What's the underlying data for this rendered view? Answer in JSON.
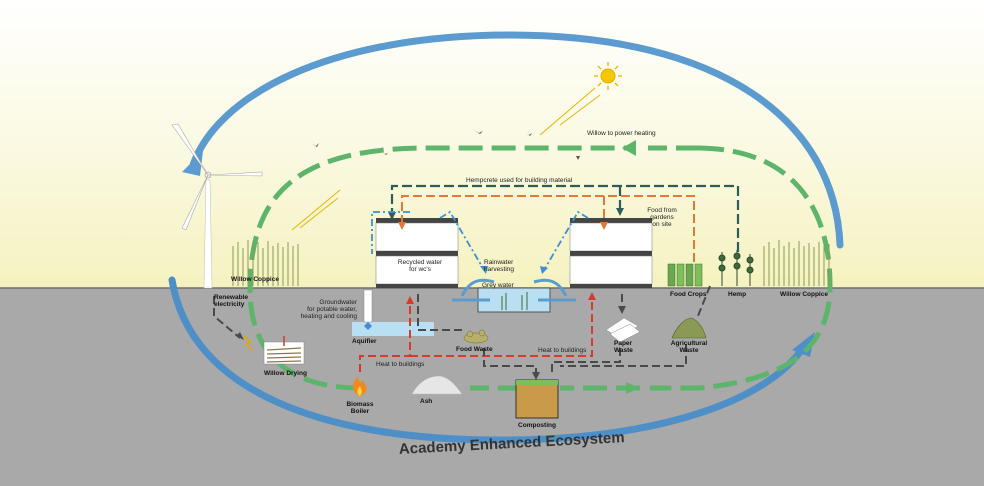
{
  "title": "Academy Enhanced Ecosystem",
  "labels": {
    "willow_to_power_heating": "Willow to power heating",
    "hempcrete": "Hempcrete used for building material",
    "food_from_gardens_1": "Food from",
    "food_from_gardens_2": "gardens",
    "food_from_gardens_3": "on site",
    "recycled_water_1": "Recycled water",
    "recycled_water_2": "for wc's",
    "rainwater_1": "Rainwater",
    "rainwater_2": "harvesting",
    "grey_water": "Grey water",
    "willow_coppice_left": "Willow Coppice",
    "willow_coppice_right": "Willow Coppice",
    "food_crops": "Food Crops",
    "hemp": "Hemp",
    "renewable_electricity_1": "Renewable",
    "renewable_electricity_2": "electricity",
    "groundwater_1": "Groundwater",
    "groundwater_2": "for potable water,",
    "groundwater_3": "heating and cooling",
    "aquifier": "Aquifier",
    "food_waste": "Food Waste",
    "heat_to_buildings_right": "Heat to buildings",
    "heat_to_buildings_left": "Heat to buildings",
    "paper_waste_1": "Paper",
    "paper_waste_2": "Waste",
    "agricultural_waste_1": "Agricultural",
    "agricultural_waste_2": "Waste",
    "willow_drying": "Willow Drying",
    "biomass_boiler_1": "Biomass",
    "biomass_boiler_2": "Boiler",
    "ash": "Ash",
    "composting": "Composting"
  },
  "colors": {
    "sky_top": "#ffffff",
    "sky_bottom": "#f6f3c4",
    "ground": "#a9a9a9",
    "blue_cycle": "#5b9bd0",
    "green_cycle": "#5db46b",
    "orange_flow": "#e07a3a",
    "red_heat": "#d63a2a",
    "teal_flow": "#2f5d5a",
    "dark_waste": "#4a4a4a",
    "water_blue": "#3d8fd6"
  },
  "icons": [
    "sun-icon",
    "wind-turbine-icon",
    "bird-icon",
    "fire-icon",
    "ash-pile-icon",
    "paper-icon"
  ]
}
